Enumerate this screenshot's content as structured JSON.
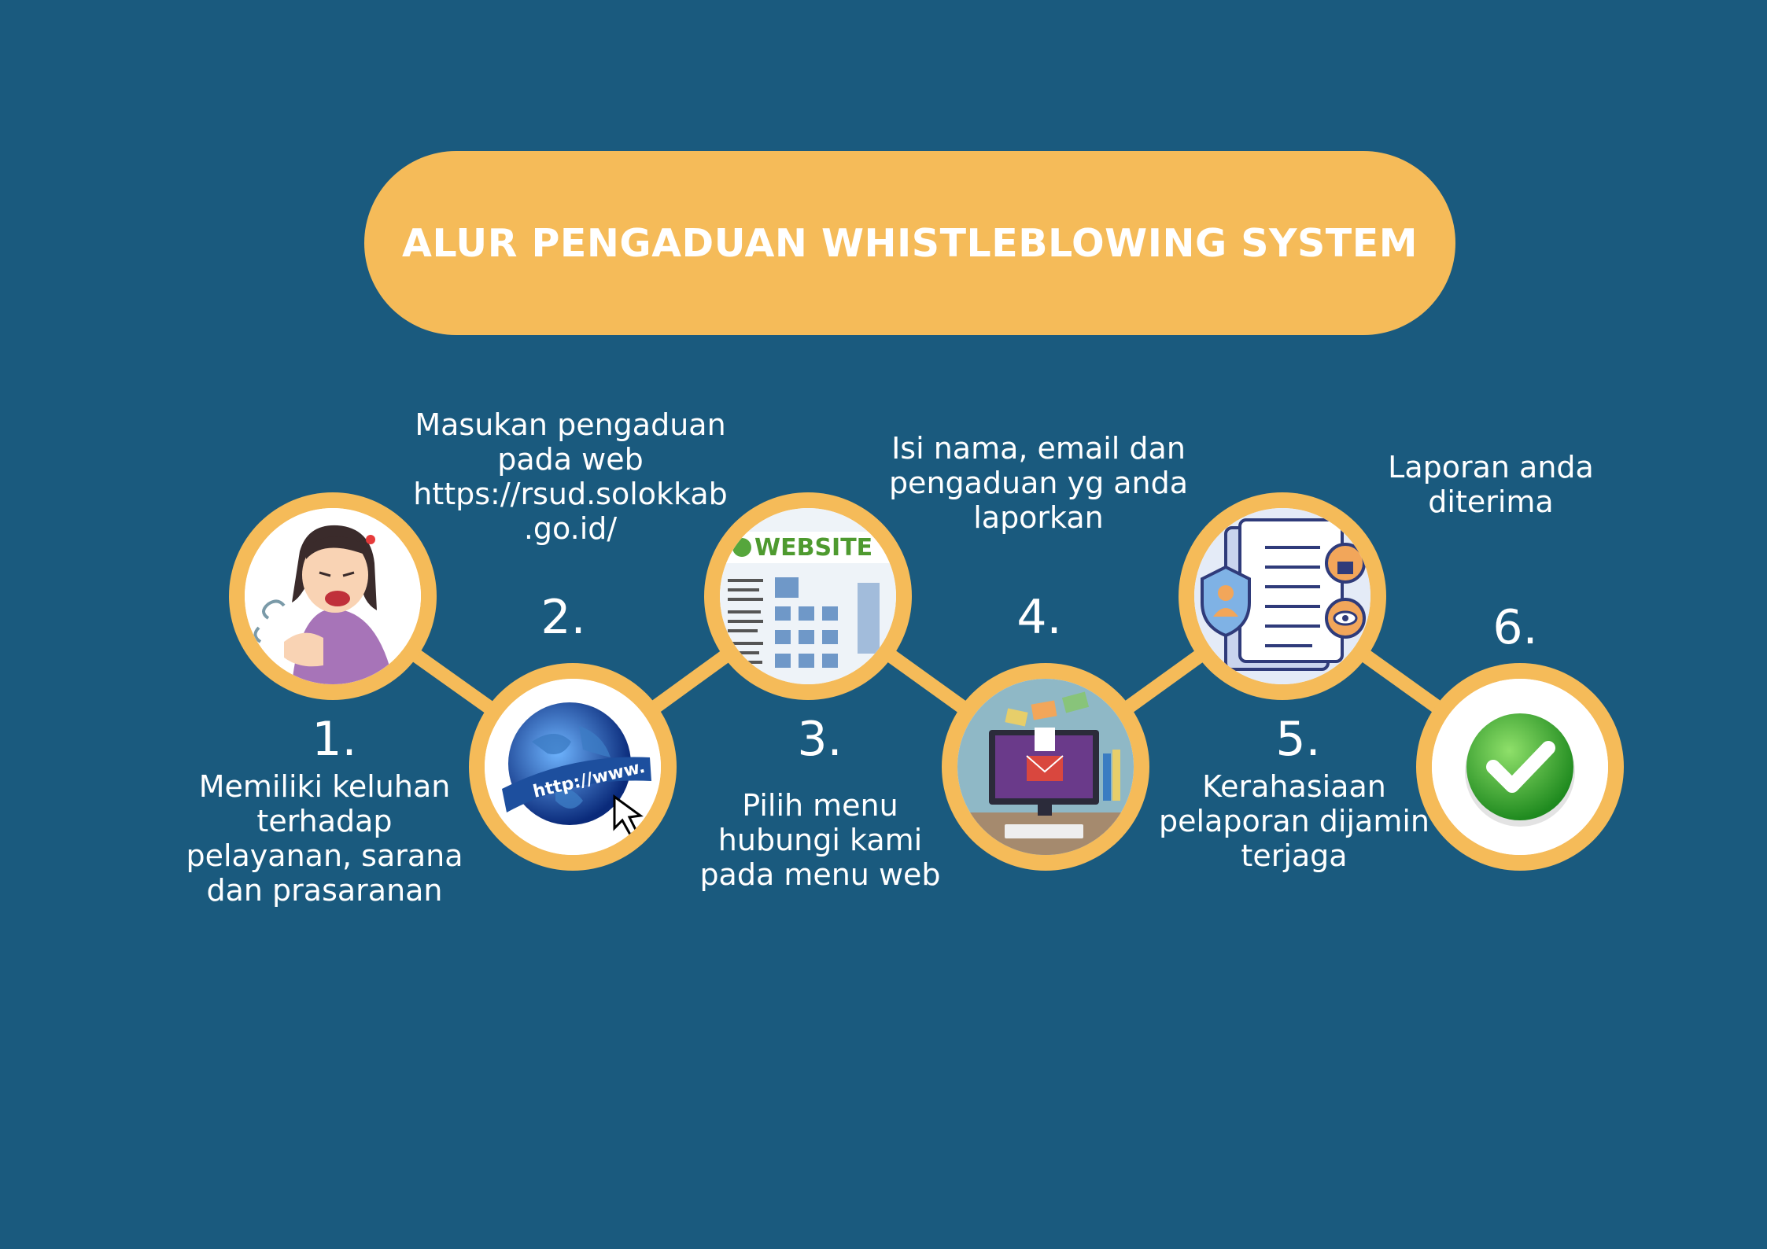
{
  "title": "ALUR PENGADUAN WHISTLEBLOWING SYSTEM",
  "colors": {
    "background": "#1a5a7e",
    "accent": "#f5bb59",
    "text": "#ffffff"
  },
  "steps": [
    {
      "number": "1.",
      "text": "Memiliki keluhan\nterhadap\npelayanan, sarana\ndan prasaranan",
      "icon": "complaining-person-icon"
    },
    {
      "number": "2.",
      "text": "Masukan pengaduan\npada web\nhttps://rsud.solokkab\n.go.id/",
      "icon": "globe-http-icon",
      "icon_text": "http://www."
    },
    {
      "number": "3.",
      "text": "Pilih menu\nhubungi kami\npada menu web",
      "icon": "website-icon",
      "icon_text": "WEBSITE"
    },
    {
      "number": "4.",
      "text": "Isi nama, email dan\npengaduan yg anda\nlaporkan",
      "icon": "email-computer-icon"
    },
    {
      "number": "5.",
      "text": "Kerahasiaan\npelaporan dijamin\nterjaga",
      "icon": "confidential-document-icon"
    },
    {
      "number": "6.",
      "text": "Laporan anda\nditerima",
      "icon": "checkmark-icon"
    }
  ]
}
